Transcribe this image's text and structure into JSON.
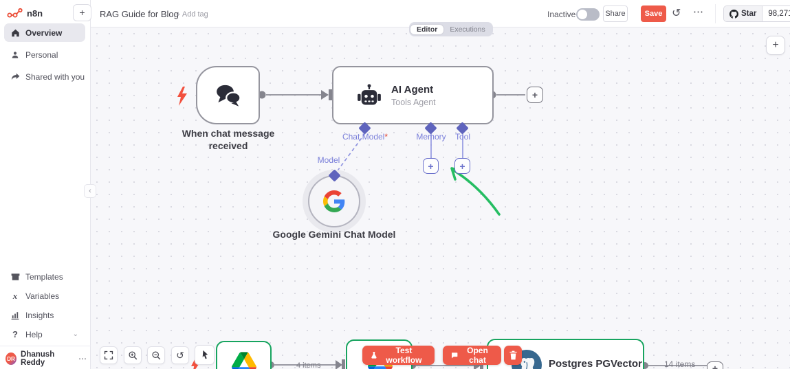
{
  "icons": {
    "plus": "+",
    "ellipsis": "⋯",
    "history": "↺",
    "chevron_down": "⌄",
    "collapse": "‹"
  },
  "sidebar": {
    "logo_text": "n8n",
    "items": [
      {
        "label": "Overview",
        "icon": "home-icon"
      },
      {
        "label": "Personal",
        "icon": "person-icon"
      },
      {
        "label": "Shared with you",
        "icon": "share-icon"
      }
    ],
    "bottom_items": [
      {
        "label": "Templates",
        "icon": "package-icon"
      },
      {
        "label": "Variables",
        "icon": "variable-icon"
      },
      {
        "label": "Insights",
        "icon": "insights-icon"
      },
      {
        "label": "Help",
        "icon": "help-icon"
      }
    ],
    "user": {
      "name": "Dhanush Reddy",
      "initials": "DR"
    }
  },
  "header": {
    "workflow_title": "RAG Guide for Blog",
    "add_tag_label": "+ Add tag",
    "tabs": [
      {
        "label": "Editor"
      },
      {
        "label": "Executions"
      }
    ],
    "status_label": "Inactive",
    "share_label": "Share",
    "save_label": "Save",
    "github": {
      "star_label": "Star",
      "star_count": "98,271"
    }
  },
  "canvas": {
    "trigger_node": {
      "label": "When chat message received"
    },
    "ai_agent_node": {
      "title": "AI Agent",
      "subtitle": "Tools Agent",
      "ports": [
        {
          "label": "Chat Model",
          "required": "*"
        },
        {
          "label": "Memory",
          "required": ""
        },
        {
          "label": "Tool",
          "required": ""
        }
      ]
    },
    "gemini_node": {
      "port_label": "Model",
      "label": "Google Gemini Chat Model"
    },
    "bottom": {
      "test_workflow_label": "Test workflow",
      "open_chat_label": "Open chat",
      "postgres_label": "Postgres PGVector",
      "items_count_left": "4 items",
      "items_count_right": "14 items"
    }
  },
  "colors": {
    "accent_red": "#ee5a49",
    "purple": "#6b71cc",
    "purple_light": "#8e93e0",
    "green_selected": "#17a45f",
    "green_arrow": "#25bd62",
    "node_border": "#95959e",
    "canvas_bg": "#f7f7fa"
  }
}
